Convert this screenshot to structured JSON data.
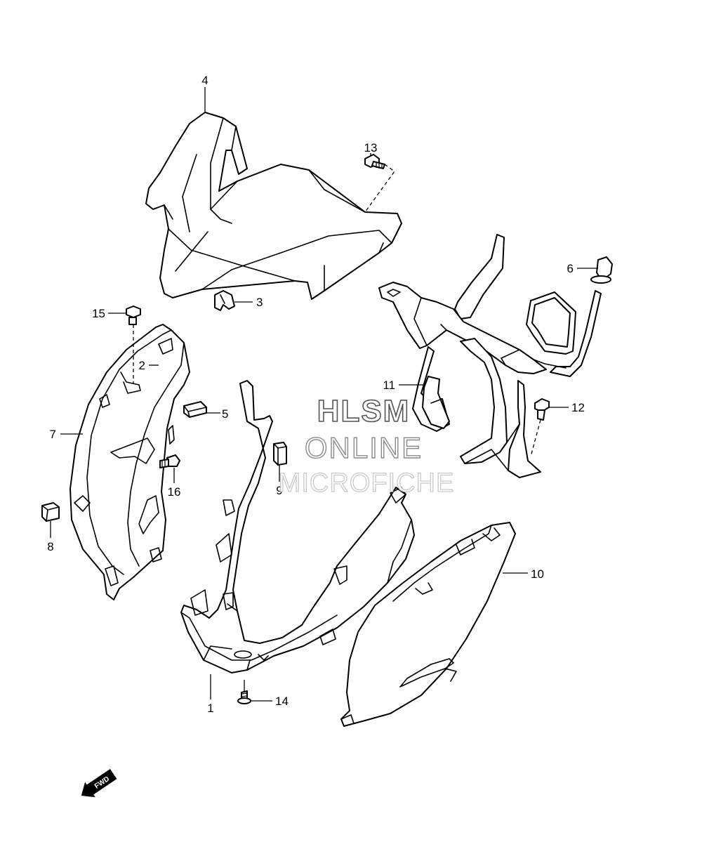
{
  "diagram": {
    "callouts": [
      {
        "id": "1",
        "label": "1"
      },
      {
        "id": "2",
        "label": "2"
      },
      {
        "id": "3",
        "label": "3"
      },
      {
        "id": "4",
        "label": "4"
      },
      {
        "id": "5",
        "label": "5"
      },
      {
        "id": "6",
        "label": "6"
      },
      {
        "id": "7",
        "label": "7"
      },
      {
        "id": "8",
        "label": "8"
      },
      {
        "id": "9",
        "label": "9"
      },
      {
        "id": "10",
        "label": "10"
      },
      {
        "id": "11",
        "label": "11"
      },
      {
        "id": "12",
        "label": "12"
      },
      {
        "id": "13",
        "label": "13"
      },
      {
        "id": "14",
        "label": "14"
      },
      {
        "id": "15",
        "label": "15"
      },
      {
        "id": "16",
        "label": "16"
      }
    ],
    "watermark": {
      "line1": "HLSM",
      "line2": "ONLINE",
      "line3": "MICROFICHE"
    },
    "direction_arrow": {
      "label": "FWD"
    }
  }
}
